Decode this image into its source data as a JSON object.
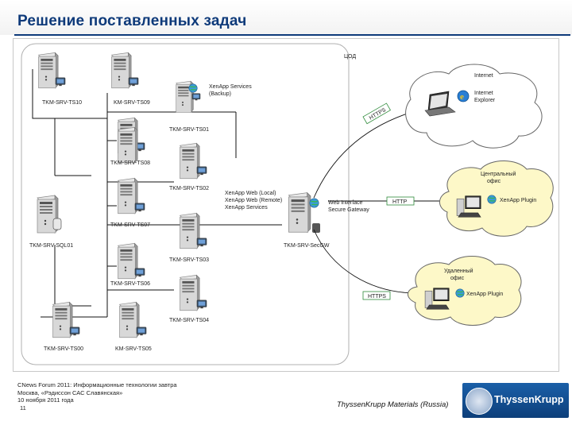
{
  "slide": {
    "title": "Решение поставленных задач",
    "footer": {
      "line1": "CNews Forum 2011: Информационные технологии завтра",
      "line2": "Москва, «Рэдиссон САС Славянская»",
      "line3": "10 ноября 2011 года",
      "page": "11",
      "company": "ThyssenKrupp Materials (Russia)",
      "logo_text": "ThyssenKrupp"
    }
  },
  "diagram": {
    "region_label": "ЦОД",
    "servers": {
      "ts10": "TKM-SRV-TS10",
      "ts09": "KM-SRV-TS09",
      "ts01": "TKM-SRV-TS01",
      "ts08": "TKM-SRV-TS08",
      "ts02": "TKM-SRV-TS02",
      "ts07": "TKM-SRV-TS07",
      "ts03": "TKM-SRV-TS03",
      "ts06": "TKM-SRV-TS06",
      "ts04": "TKM-SRV-TS04",
      "ts00": "TKM-SRV-TS00",
      "ts05": "KM-SRV-TS05",
      "sql01": "TKM-SRV-SQL01",
      "sgw": "TKM-SRV-SecGW"
    },
    "backup_label_1": "XenApp Services",
    "backup_label_2": "(Backup)",
    "services_label_1": "XenApp Web (Local)",
    "services_label_2": "XenApp Web (Remote)",
    "services_label_3": "XenApp Services",
    "gateway_label_1": "Web Interface",
    "gateway_label_2": "Secure Gateway",
    "internet": {
      "title": "Internet",
      "app_1": "Internet",
      "app_2": "Explorer",
      "protocol": "HTTPS"
    },
    "central": {
      "title_1": "Центральный",
      "title_2": "офис",
      "app": "XenApp Plugin",
      "protocol": "HTTP"
    },
    "remote": {
      "title_1": "Удаленный",
      "title_2": "офис",
      "app": "XenApp Plugin",
      "protocol": "HTTPS"
    }
  },
  "colors": {
    "title": "#0e3a7a",
    "cloud_fill": "#fdf8c8",
    "cloud_stroke": "#666666",
    "link_green": "#2e8b3a"
  }
}
